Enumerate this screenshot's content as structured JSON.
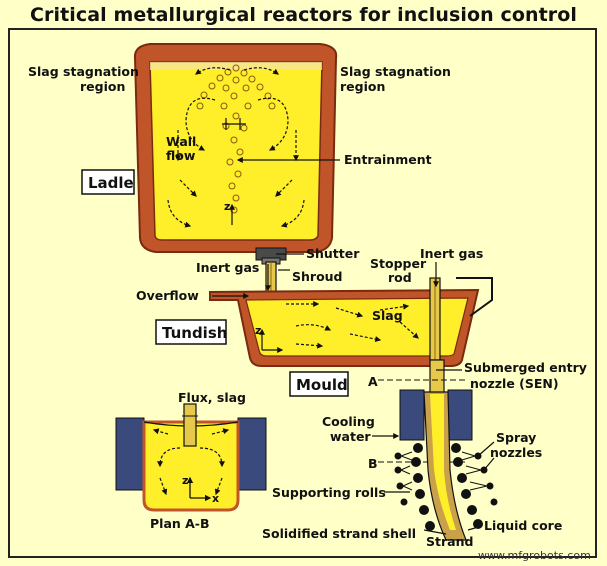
{
  "title": "Critical metallurgical reactors for inclusion control",
  "labels": {
    "slag_stagnation_left": [
      "Slag stagnation",
      "region"
    ],
    "slag_stagnation_right": [
      "Slag stagnation",
      "region"
    ],
    "wall_flow": [
      "Wall",
      "flow"
    ],
    "entrainment": "Entrainment",
    "ladle": "Ladle",
    "inert_gas_left": "Inert gas",
    "shutter": "Shutter",
    "shroud": "Shroud",
    "stopper_rod": [
      "Stopper",
      "rod"
    ],
    "inert_gas_right": "Inert gas",
    "overflow": "Overflow",
    "tundish": "Tundish",
    "slag": "Slag",
    "mould": "Mould",
    "sen": [
      "Submerged entry",
      "nozzle (SEN)"
    ],
    "section_a": "A",
    "section_b": "B",
    "cooling_water": [
      "Cooling",
      "water"
    ],
    "spray_nozzles": [
      "Spray",
      "nozzles"
    ],
    "supporting_rolls": "Supporting rolls",
    "liquid_core": "Liquid core",
    "solidified_shell": "Solidified strand shell",
    "strand": "Strand",
    "flux_slag": "Flux, slag",
    "plan_ab": "Plan A-B",
    "axis_z": "z",
    "axis_x": "x",
    "watermark": "www.mfgrobots.com"
  },
  "colors": {
    "background": "#ffffc8",
    "steel": "#ffee2a",
    "refractory": "#c0552a",
    "refractory_dark": "#7a2a10",
    "mould_block": "#3a4a7c",
    "nozzle": "#e6c84a",
    "line": "#111111"
  }
}
